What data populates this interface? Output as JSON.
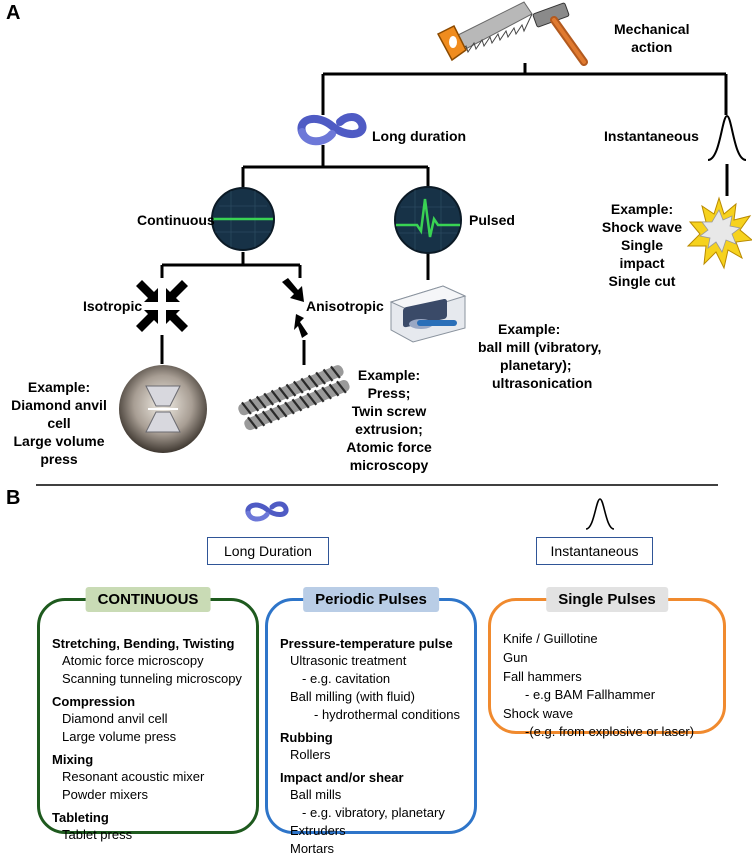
{
  "panel_a": {
    "letter": "A",
    "mechanical_action": [
      "Mechanical",
      "action"
    ],
    "long_duration": "Long duration",
    "instantaneous": "Instantaneous",
    "continuous": "Continuous",
    "pulsed": "Pulsed",
    "isotropic": "Isotropic",
    "anisotropic": "Anisotropic",
    "example_isotropic": [
      "Example:",
      "Diamond anvil cell",
      "Large volume press"
    ],
    "example_anisotropic": [
      "Example:",
      "Press;",
      "Twin screw",
      "extrusion;",
      "Atomic force",
      "microscopy"
    ],
    "example_pulsed": [
      "Example:",
      "ball mill (vibratory,",
      "planetary);",
      "ultrasonication"
    ],
    "example_instantaneous": [
      "Example:",
      "Shock wave",
      "Single impact",
      "Single cut"
    ]
  },
  "panel_b": {
    "letter": "B",
    "long_duration": "Long Duration",
    "instantaneous": "Instantaneous",
    "continuous": {
      "title": "CONTINUOUS",
      "color": "#1E5A1E",
      "title_bg": "#C9DBB5",
      "lines": [
        {
          "level": "cat",
          "text": "Stretching, Bending, Twisting"
        },
        {
          "level": "it1",
          "text": "Atomic force microscopy"
        },
        {
          "level": "it1",
          "text": "Scanning tunneling microscopy"
        },
        {
          "level": "cat",
          "text": "Compression"
        },
        {
          "level": "it1",
          "text": "Diamond anvil cell"
        },
        {
          "level": "it1",
          "text": "Large volume press"
        },
        {
          "level": "cat",
          "text": "Mixing"
        },
        {
          "level": "it1",
          "text": "Resonant acoustic mixer"
        },
        {
          "level": "it1",
          "text": "Powder mixers"
        },
        {
          "level": "cat",
          "text": "Tableting"
        },
        {
          "level": "it1",
          "text": "Tablet press"
        }
      ]
    },
    "periodic": {
      "title": "Periodic Pulses",
      "color": "#2E75C9",
      "title_bg": "#B9CDE6",
      "lines": [
        {
          "level": "cat",
          "text": "Pressure-temperature pulse"
        },
        {
          "level": "it1",
          "text": "Ultrasonic treatment"
        },
        {
          "level": "it2",
          "text": "- e.g. cavitation"
        },
        {
          "level": "it1",
          "text": "Ball milling (with fluid)"
        },
        {
          "level": "it3",
          "text": "- hydrothermal conditions"
        },
        {
          "level": "cat",
          "text": "Rubbing"
        },
        {
          "level": "it1",
          "text": "Rollers"
        },
        {
          "level": "cat",
          "text": "Impact and/or shear"
        },
        {
          "level": "it1",
          "text": "Ball mills"
        },
        {
          "level": "it2",
          "text": "- e.g. vibratory, planetary"
        },
        {
          "level": "it1",
          "text": "Extruders"
        },
        {
          "level": "it1",
          "text": "Mortars"
        }
      ]
    },
    "single": {
      "title": "Single Pulses",
      "color": "#F08A2E",
      "title_bg": "#E2E2E2",
      "lines": [
        {
          "level": "plain",
          "text": "Knife / Guillotine"
        },
        {
          "level": "plain",
          "text": "Gun"
        },
        {
          "level": "plain",
          "text": "Fall hammers"
        },
        {
          "level": "it2",
          "text": "- e.g BAM Fallhammer"
        },
        {
          "level": "plain",
          "text": "Shock wave"
        },
        {
          "level": "it2",
          "text": "-(e.g. from explosive or laser)"
        }
      ]
    }
  },
  "colors": {
    "mobius": "#4F5BC4",
    "scope_bg": "#173247",
    "scope_trace": "#39D353",
    "duration_box_border": "#2F5597"
  },
  "icons": {
    "saw": "saw-icon",
    "hammer": "hammer-icon",
    "mobius": "mobius-strip-icon",
    "pulse": "pulse-peak-icon",
    "scope_flat": "oscilloscope-flat-icon",
    "scope_heartbeat": "oscilloscope-heartbeat-icon",
    "arrows_in": "inward-arrows-icon",
    "arrows_aniso": "anisotropic-arrows-icon",
    "anvil_cell": "diamond-anvil-cell-icon",
    "screw": "twin-screw-icon",
    "ball_mill": "ball-mill-icon",
    "explosion": "explosion-icon"
  }
}
